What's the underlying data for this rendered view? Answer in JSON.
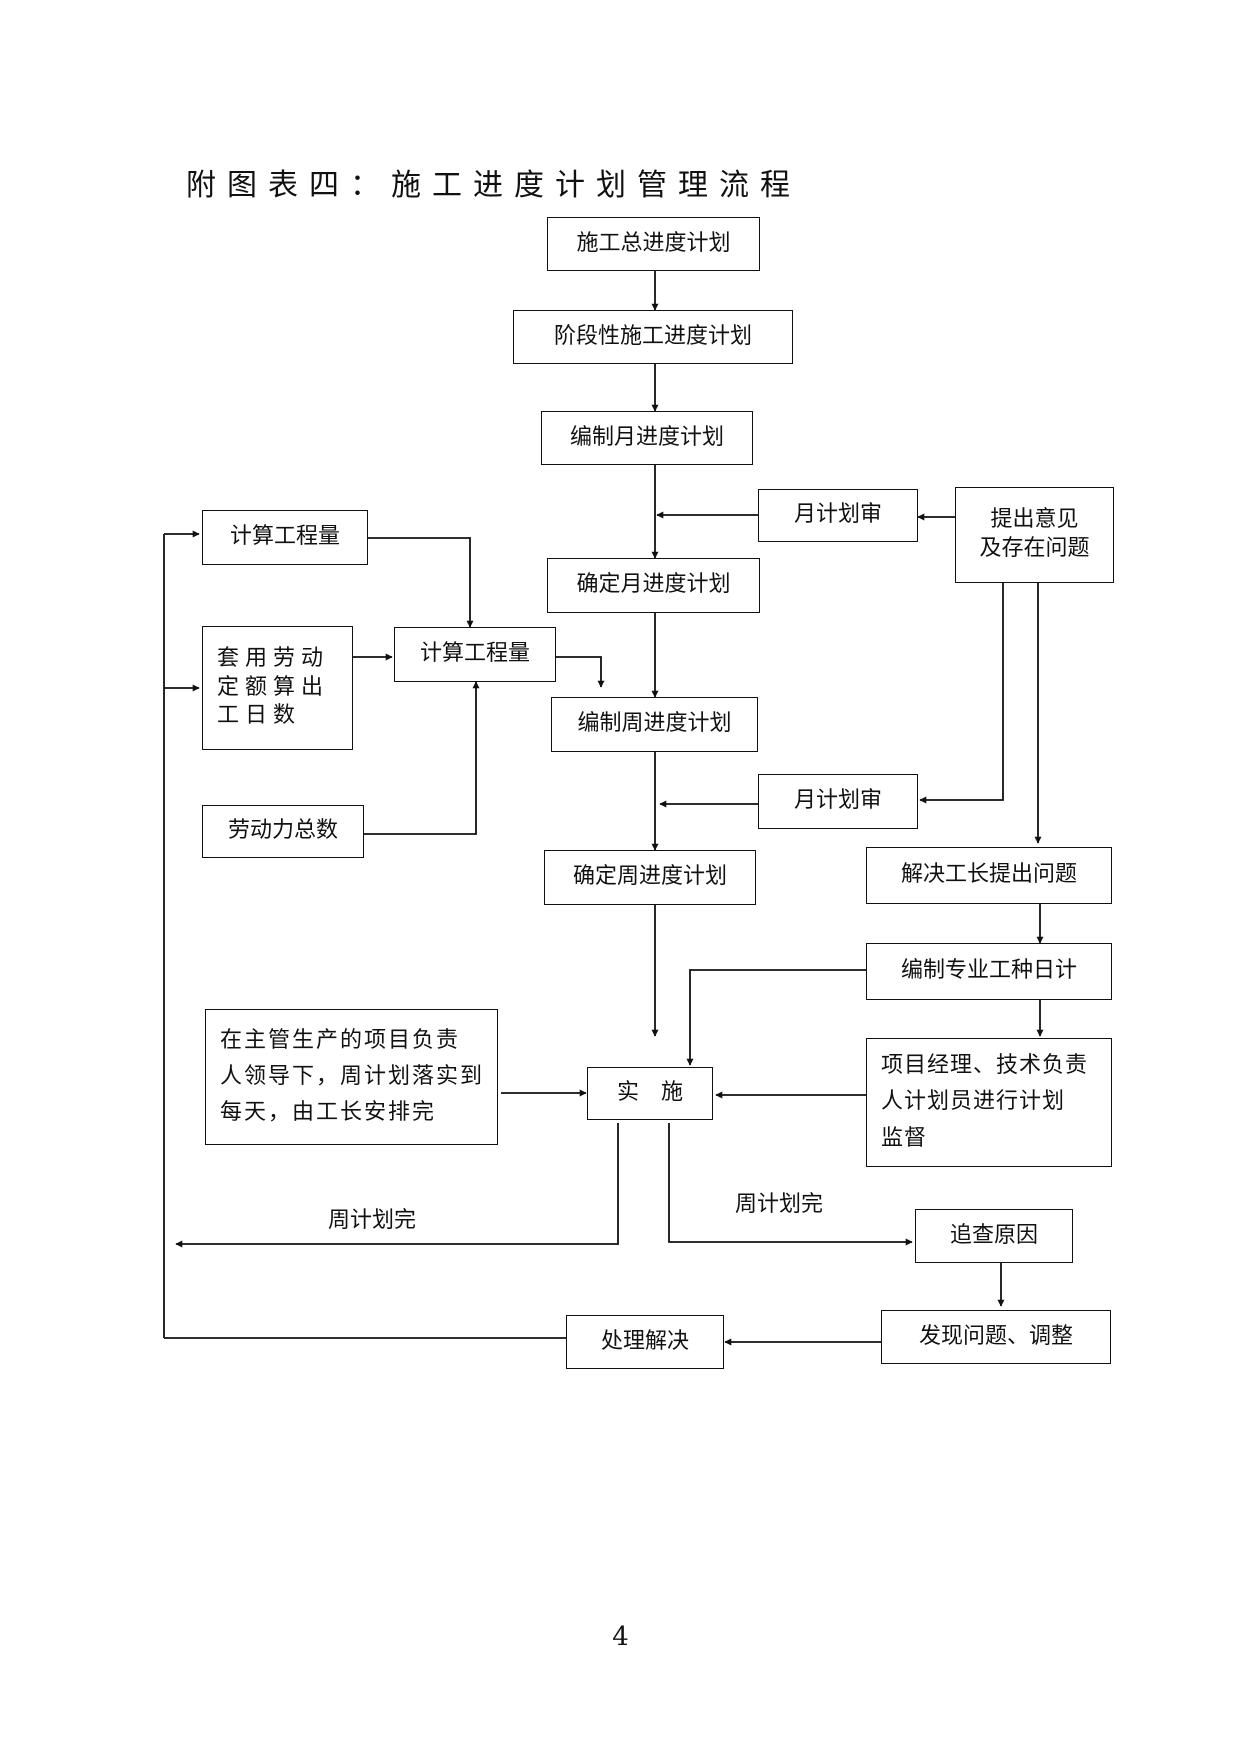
{
  "document": {
    "title": "附图表四：施工进度计划管理流程",
    "page_number": "4"
  },
  "nodes": {
    "master_plan": "施工总进度计划",
    "phase_plan": "阶段性施工进度计划",
    "compile_month": "编制月进度计划",
    "review_month_1": "月计划审",
    "opinions": "提出意见\n及存在问题",
    "confirm_month": "确定月进度计划",
    "calc_quantity_1": "计算工程量",
    "labor_quota": "套用劳动\n定额算出\n工日数",
    "calc_quantity_2": "计算工程量",
    "compile_week": "编制周进度计划",
    "review_month_2": "月计划审",
    "labor_total": "劳动力总数",
    "confirm_week": "确定周进度计划",
    "solve_foreman": "解决工长提出问题",
    "compile_trade": "编制专业工种日计",
    "manager_lead": "在主管生产的项目负责\n人领导下，周计划落实到\n每天，由工长安排完",
    "implement": "实　施",
    "supervise": "项目经理、技术负责\n人计划员进行计划\n监督",
    "trace_cause": "追查原因",
    "handle": "处理解决",
    "find_adjust": "发现问题、调整"
  },
  "edge_labels": {
    "week_done_left": "周计划完",
    "week_done_right": "周计划完"
  }
}
